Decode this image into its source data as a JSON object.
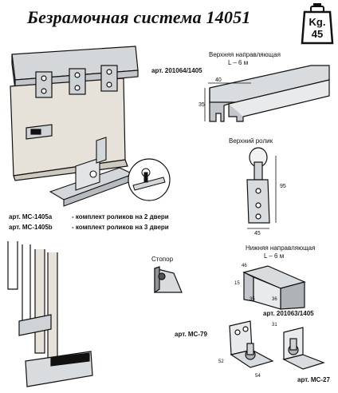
{
  "header": {
    "title": "Безрамочная система 14051"
  },
  "weight_badge": {
    "unit": "Kg.",
    "value": "45"
  },
  "upper_rail": {
    "caption": "Верхняя направляющая",
    "length": "L – 6 м",
    "article": "арт. 201064/1405",
    "dim_width": "40",
    "dim_height": "35"
  },
  "upper_roller": {
    "caption": "Верхний ролик",
    "dim_height": "95",
    "dim_width": "45"
  },
  "roller_kits": [
    {
      "article": "арт. МС-1405a",
      "description": "-  комплект роликов на 2 двери"
    },
    {
      "article": "арт. МС-1405b",
      "description": "-  комплект роликов на 3 двери"
    }
  ],
  "stopper": {
    "caption": "Стопор"
  },
  "lower_rail": {
    "caption": "Нижняя направляющая",
    "length": "L – 6 м",
    "article": "арт. 201063/1405",
    "dims": [
      "46",
      "15",
      "35",
      "36"
    ]
  },
  "guide_79": {
    "article": "арт. МС-79",
    "dims": [
      "31",
      "52",
      "54"
    ]
  },
  "guide_27": {
    "article": "арт. МС-27"
  },
  "colors": {
    "ink": "#111111",
    "metal": "#cfd3d6",
    "wood": "#e6e2da"
  }
}
